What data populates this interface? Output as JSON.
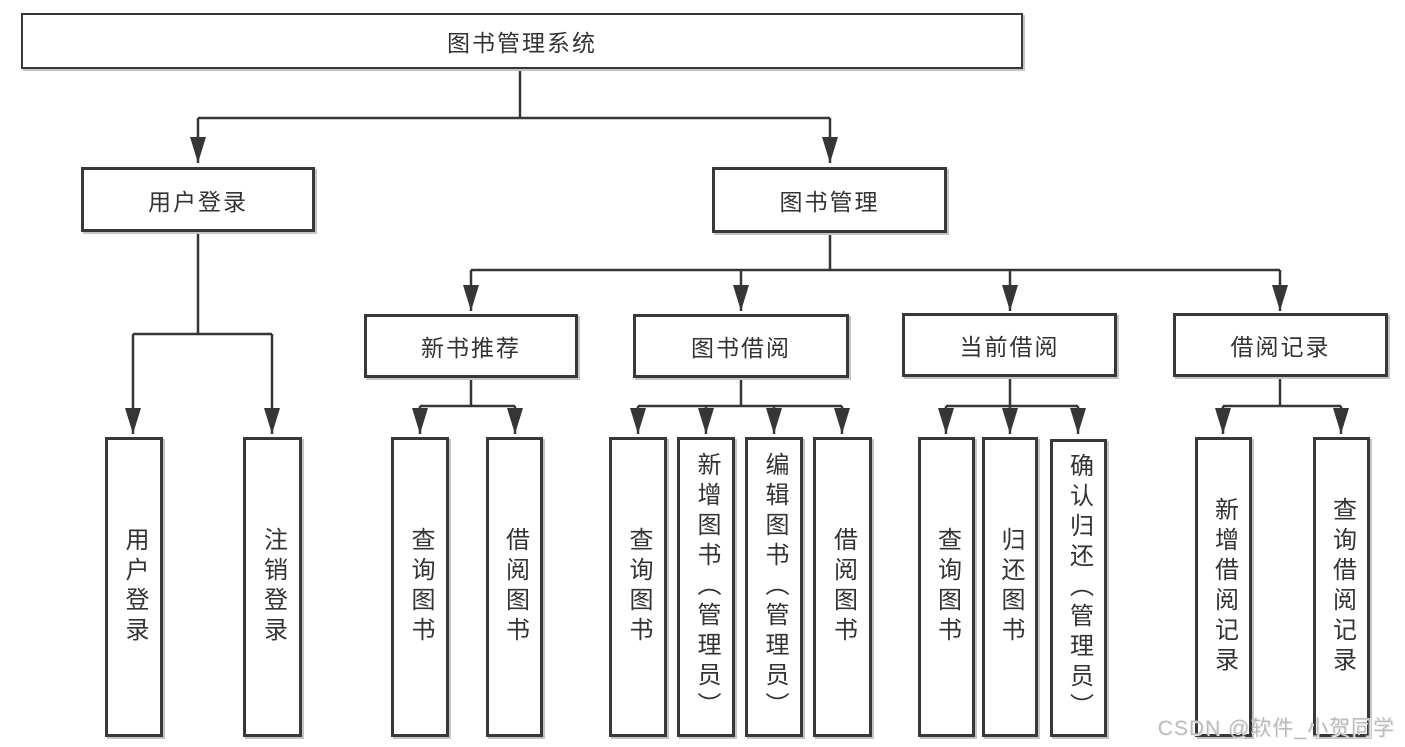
{
  "tree": {
    "label": "图书管理系统",
    "children": [
      {
        "label": "用户登录",
        "children": [
          {
            "label": "用户登录"
          },
          {
            "label": "注销登录"
          }
        ]
      },
      {
        "label": "图书管理",
        "children": [
          {
            "label": "新书推荐",
            "children": [
              {
                "label": "查询图书"
              },
              {
                "label": "借阅图书"
              }
            ]
          },
          {
            "label": "图书借阅",
            "children": [
              {
                "label": "查询图书"
              },
              {
                "label": "新增图书（管理员）"
              },
              {
                "label": "编辑图书（管理员）"
              },
              {
                "label": "借阅图书"
              }
            ]
          },
          {
            "label": "当前借阅",
            "children": [
              {
                "label": "查询图书"
              },
              {
                "label": "归还图书"
              },
              {
                "label": "确认归还（管理员）"
              }
            ]
          },
          {
            "label": "借阅记录",
            "children": [
              {
                "label": "新增借阅记录"
              },
              {
                "label": "查询借阅记录"
              }
            ]
          }
        ]
      }
    ]
  },
  "watermark": {
    "text": "CSDN @软件_小贺同学"
  },
  "colors": {
    "line": "#363636",
    "box_border": "#383838",
    "text": "#333333",
    "watermark": "#bcbcbc",
    "background": "#ffffff"
  }
}
